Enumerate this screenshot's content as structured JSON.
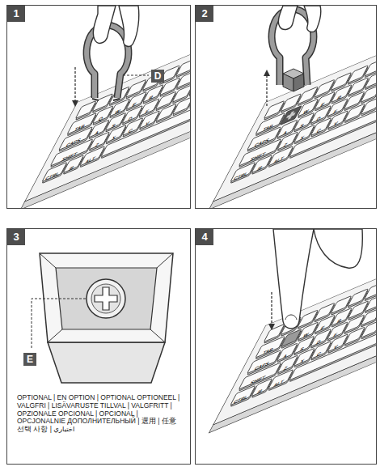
{
  "diagram": {
    "nodes": [
      {
        "text": [
          "1"
        ]
      },
      {
        "text": [
          "2"
        ]
      },
      {
        "text": [
          "3"
        ]
      },
      {
        "text": [
          "4"
        ]
      }
    ],
    "labels": [
      "TAB",
      "Q",
      "W",
      "E",
      "R",
      "CAPS",
      "A",
      "S",
      "D",
      "F",
      "SHIFT",
      "Z",
      "X",
      "C",
      "V",
      "CTRL",
      "⊞",
      "ALT",
      "D",
      "TAB",
      "W",
      "E",
      "R",
      "CAPS",
      "A",
      "S",
      "D",
      "F",
      "SHIFT",
      "Z",
      "X",
      "C",
      "V",
      "CTRL",
      "⊞",
      "ALT",
      "E",
      "OPTIONAL | EN OPTION | OPTIONAL OPTIONEEL | VALGFRI | LISÄVARUSTE TILLVAL | VALGFRITT | OPZIONALE OPCIONAL | OPCIONAL | OPCJONALNIE ДОПОЛНИТЕЛЬНЫЙ | 選用 | 任意 선택 사항 | اختياري",
      "TAB",
      "W",
      "E",
      "R",
      "CAPS",
      "A",
      "S",
      "D",
      "F",
      "SHIFT",
      "Z",
      "X",
      "C",
      "V",
      "CTRL",
      "⊞",
      "ALT"
    ]
  }
}
